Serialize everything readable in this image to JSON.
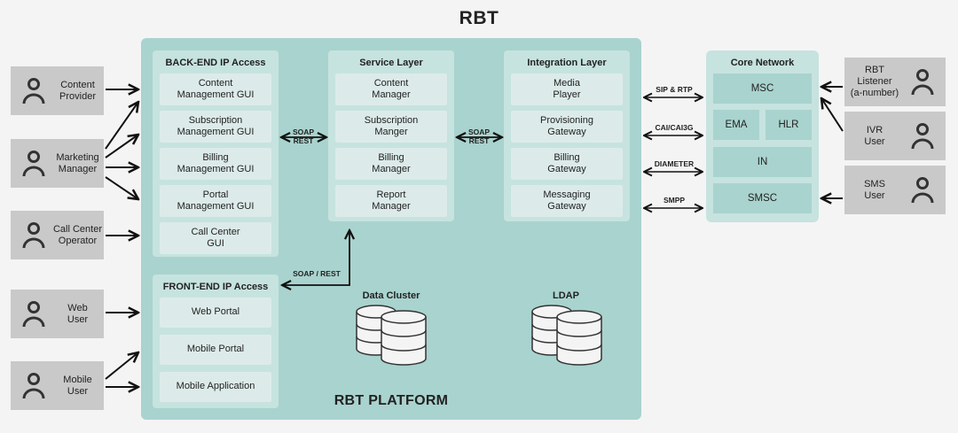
{
  "title": "RBT",
  "platform_label": "RBT PLATFORM",
  "backend": {
    "title": "BACK-END IP Access",
    "items": [
      "Content\nManagement GUI",
      "Subscription\nManagement GUI",
      "Billing\nManagement GUI",
      "Portal\nManagement GUI",
      "Call Center\nGUI"
    ]
  },
  "frontend": {
    "title": "FRONT-END IP Access",
    "items": [
      "Web Portal",
      "Mobile Portal",
      "Mobile Application"
    ]
  },
  "service": {
    "title": "Service Layer",
    "items": [
      "Content\nManager",
      "Subscription\nManger",
      "Billing\nManager",
      "Report\nManager"
    ]
  },
  "integration": {
    "title": "Integration Layer",
    "items": [
      "Media\nPlayer",
      "Provisioning\nGateway",
      "Billing\nGateway",
      "Messaging\nGateway"
    ]
  },
  "core": {
    "title": "Core Network",
    "msc": "MSC",
    "ema": "EMA",
    "hlr": "HLR",
    "in": "IN",
    "smsc": "SMSC"
  },
  "protocols": {
    "soap_rest_1": "SOAP\nREST",
    "soap_rest_2": "SOAP\nREST",
    "soap_rest_3": "SOAP / REST",
    "sip": "SIP & RTP",
    "cai": "CAI/CAI3G",
    "diameter": "DIAMETER",
    "smpp": "SMPP"
  },
  "storage": {
    "data_cluster": "Data Cluster",
    "ldap": "LDAP"
  },
  "actors_left": [
    "Content\nProvider",
    "Marketing\nManager",
    "Call Center\nOperator",
    "Web\nUser",
    "Mobile\nUser"
  ],
  "actors_right": [
    "RBT\nListener\n(a-number)",
    "IVR\nUser",
    "SMS\nUser"
  ],
  "colors": {
    "platform": "#a9d3ce",
    "panel": "#c6e3df",
    "item": "#dcebe9",
    "actor": "#c9c9c9",
    "background": "#f4f4f4"
  },
  "icons": {
    "actor": "person-icon",
    "database": "database-icon",
    "arrow": "arrow-icon"
  }
}
